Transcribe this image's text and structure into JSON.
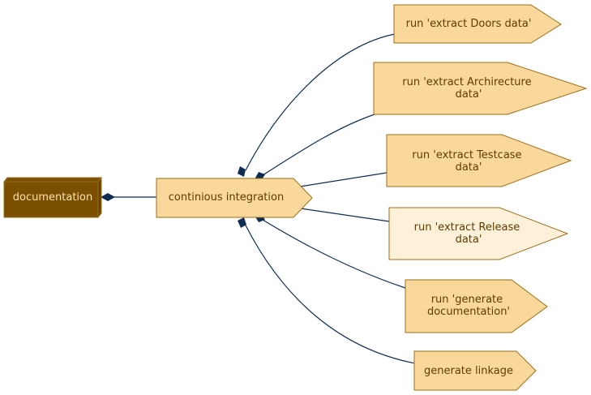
{
  "colors": {
    "root_fill": "#7b4f00",
    "root_side": "#6a4300",
    "root_text": "#fbe0b2",
    "node_fill": "#fad89b",
    "node_fill_light": "#fff0d9",
    "node_border": "#9a6e1a",
    "node_text": "#5c3c00",
    "edge": "#0f2c52"
  },
  "nodes": {
    "documentation": {
      "label": "documentation"
    },
    "ci": {
      "label": "continious integration"
    },
    "doors": {
      "lines": [
        "run 'extract Doors data'"
      ]
    },
    "architecture": {
      "lines": [
        "run 'extract Archirecture",
        "data'"
      ]
    },
    "testcase": {
      "lines": [
        "run 'extract Testcase",
        "data'"
      ]
    },
    "release": {
      "lines": [
        "run 'extract Release",
        "data'"
      ]
    },
    "generate_doc": {
      "lines": [
        "run 'generate",
        "documentation'"
      ]
    },
    "linkage": {
      "lines": [
        "generate linkage"
      ]
    }
  }
}
